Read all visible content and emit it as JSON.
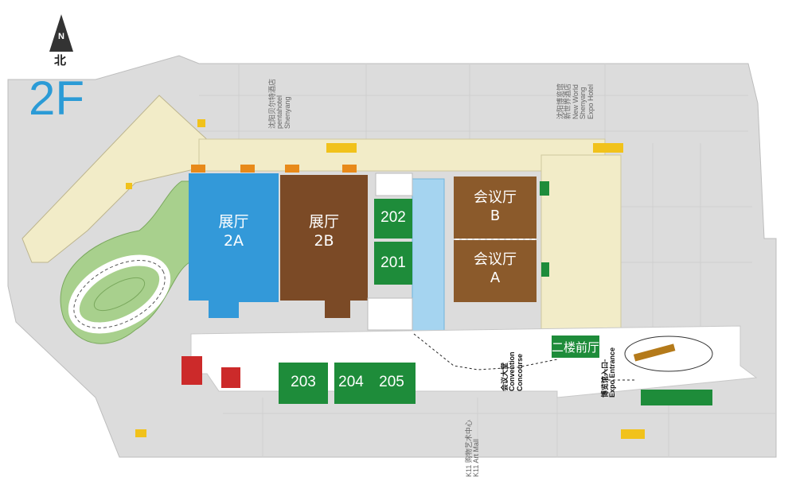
{
  "floor": "2F",
  "compass": {
    "letter": "N",
    "cn": "北"
  },
  "halls": {
    "h2a": {
      "cn": "展厅",
      "en": "2A"
    },
    "h2b": {
      "cn": "展厅",
      "en": "2B"
    },
    "mb": {
      "cn": "会议厅",
      "en": "B"
    },
    "ma": {
      "cn": "会议厅",
      "en": "A"
    }
  },
  "rooms": {
    "r201": "201",
    "r202": "202",
    "r203": "203",
    "r204": "204",
    "r205": "205",
    "lobby": "二楼前厅"
  },
  "labels": {
    "pentahotel_cn": "沈阳贝尔特酒店",
    "pentahotel_en1": "pentahotel",
    "pentahotel_en2": "Shenyang",
    "newworld_cn1": "沈阳博览馆",
    "newworld_cn2": "新世界酒店",
    "newworld_en1": "New World",
    "newworld_en2": "Shenyang",
    "newworld_en3": "Expo Hotel",
    "concourse_cn": "会议大堂",
    "concourse_en1": "Convention",
    "concourse_en2": "Concourse",
    "entrance_cn": "博览馆入口",
    "entrance_en": "Expo Entrance",
    "artmall_cn": "K11 购物艺术中心",
    "artmall_en": "K11 Art Mall"
  },
  "colors": {
    "exhibition_2a": "#3399d9",
    "exhibition_2b": "#7b4a26",
    "meeting_hall": "#8b5a2b",
    "meeting_room": "#1e8c3a",
    "corridor": "#a5d4f0",
    "track": "#a8d08d",
    "service_area": "#f2ecc8",
    "building": "#d9d9d9",
    "accent_red": "#cc2a2a",
    "accent_orange": "#e88a1a",
    "accent_yellow": "#f1c21b",
    "floor_label": "#2b9bd6"
  }
}
